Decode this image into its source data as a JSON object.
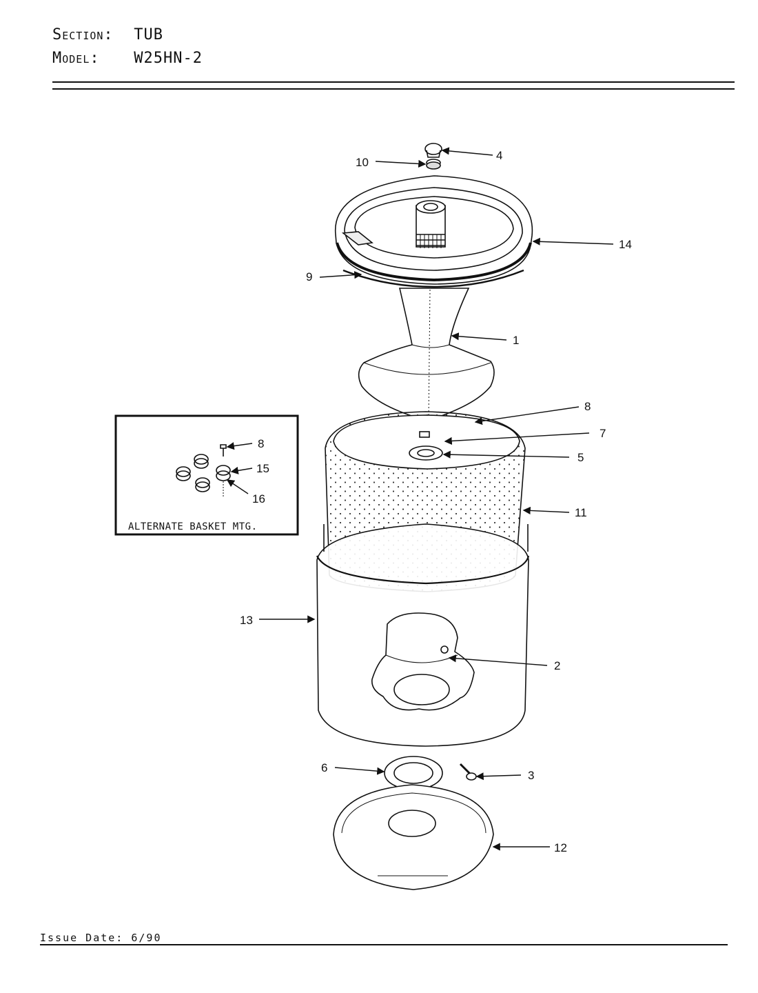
{
  "header": {
    "section_label": "Section:",
    "section_value": "TUB",
    "model_label": "Model:",
    "model_value": "W25HN-2"
  },
  "footer": {
    "issue_date": "Issue Date: 6/90"
  },
  "inset": {
    "title": "ALTERNATE BASKET MTG.",
    "callouts": [
      "8",
      "15",
      "16"
    ]
  },
  "callouts": {
    "c1": "1",
    "c2": "2",
    "c3": "3",
    "c4": "4",
    "c5": "5",
    "c6": "6",
    "c7": "7",
    "c8": "8",
    "c9": "9",
    "c10": "10",
    "c11": "11",
    "c12": "12",
    "c13": "13",
    "c14": "14"
  }
}
